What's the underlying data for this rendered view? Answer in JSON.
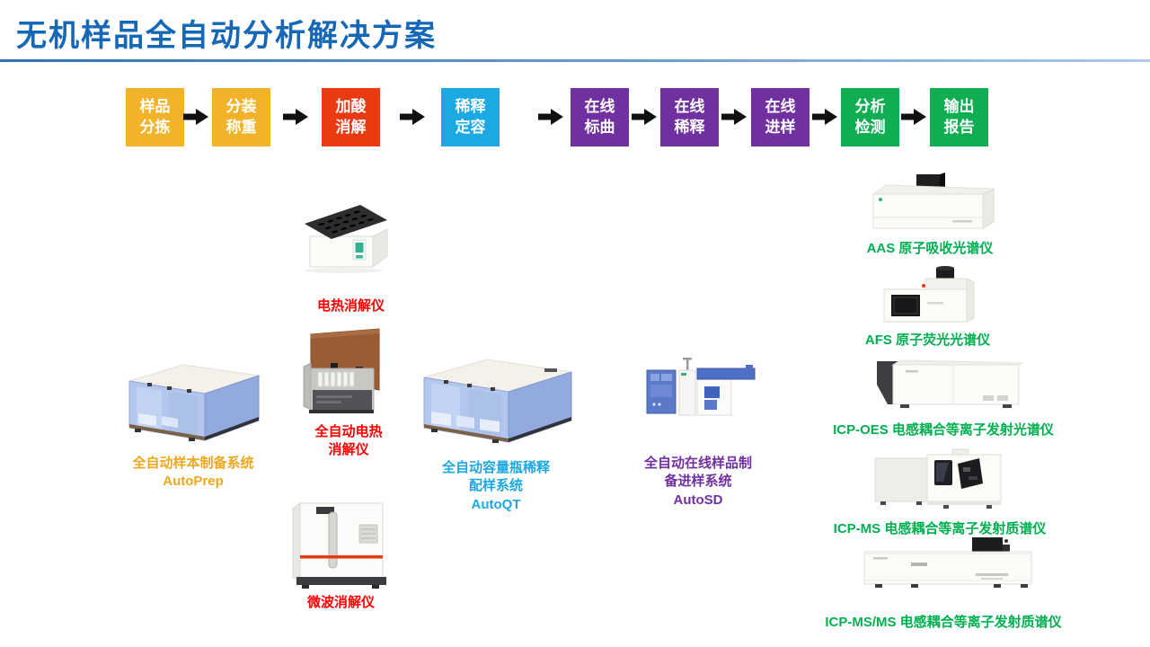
{
  "header": {
    "title": "无机样品全自动分析解决方案"
  },
  "flow": {
    "steps": [
      {
        "line1": "样品",
        "line2": "分拣",
        "color": "#F2B32A"
      },
      {
        "line1": "分装",
        "line2": "称重",
        "color": "#F2B32A"
      },
      {
        "line1": "加酸",
        "line2": "消解",
        "color": "#E93A12"
      },
      {
        "line1": "稀释",
        "line2": "定容",
        "color": "#1BA9E4"
      },
      {
        "line1": "在线",
        "line2": "标曲",
        "color": "#7030A0"
      },
      {
        "line1": "在线",
        "line2": "稀释",
        "color": "#7030A0"
      },
      {
        "line1": "在线",
        "line2": "进样",
        "color": "#7030A0"
      },
      {
        "line1": "分析",
        "line2": "检测",
        "color": "#0FAE53"
      },
      {
        "line1": "输出",
        "line2": "报告",
        "color": "#0FAE53"
      }
    ]
  },
  "instruments": {
    "heater": {
      "label": "电热消解仪",
      "label_color": "#FF0000"
    },
    "autoprep": {
      "line1": "全自动样本制备系统",
      "line2": "AutoPrep",
      "label_color": "#EFA720"
    },
    "auto_heater": {
      "line1": "全自动电热",
      "line2": "消解仪",
      "label_color": "#FF0000"
    },
    "microwave": {
      "label": "微波消解仪",
      "label_color": "#FF0000"
    },
    "autoqt": {
      "line1": "全自动容量瓶稀释",
      "line2": "配样系统",
      "line3": "AutoQT",
      "label_color": "#1BA9E4"
    },
    "autosd": {
      "line1": "全自动在线样品制",
      "line2": "备进样系统",
      "line3": "AutoSD",
      "label_color": "#7030A0"
    },
    "aas": {
      "label": "AAS 原子吸收光谱仪",
      "label_color": "#00B050"
    },
    "afs": {
      "label": "AFS 原子荧光光谱仪",
      "label_color": "#00B050"
    },
    "icp_oes": {
      "label": "ICP-OES 电感耦合等离子发射光谱仪",
      "label_color": "#00B050"
    },
    "icp_ms": {
      "label": "ICP-MS 电感耦合等离子发射质谱仪",
      "label_color": "#00B050"
    },
    "icp_msms": {
      "label": "ICP-MS/MS 电感耦合等离子发射质谱仪",
      "label_color": "#00B050"
    }
  },
  "colors": {
    "title": "#1767B7",
    "underline_start": "#2E74B5",
    "underline_end": "#AECBE8",
    "arrow": "#111111"
  }
}
